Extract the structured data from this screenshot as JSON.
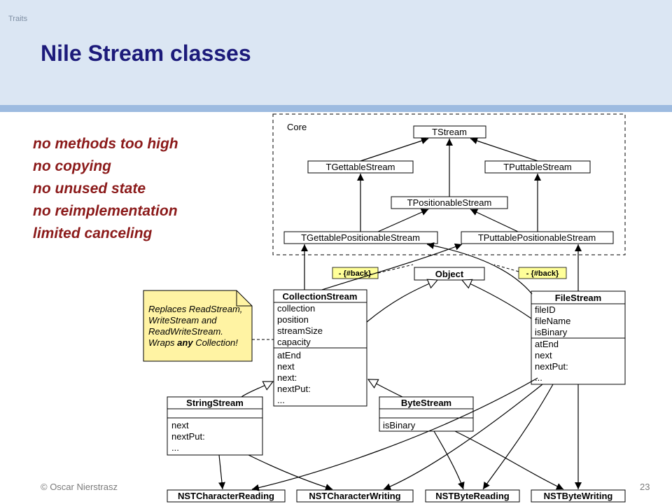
{
  "section_label": "Traits",
  "title": "Nile Stream classes",
  "bullets": [
    "no methods too high",
    "no copying",
    "no unused state",
    "no reimplementation",
    "limited canceling"
  ],
  "footer": {
    "author": "© Oscar Nierstrasz",
    "page": "23"
  },
  "diagram": {
    "core_label": "Core",
    "traits": {
      "tstream": "TStream",
      "tgettable": "TGettableStream",
      "tputtable": "TPuttableStream",
      "tpositionable": "TPositionableStream",
      "tgettable_positionable": "TGettablePositionableStream",
      "tputtable_positionable": "TPuttablePositionableStream"
    },
    "object": "Object",
    "exclusions": {
      "left": "- {#back}",
      "right": "- {#back}"
    },
    "note_lines": [
      "Replaces ReadStream,",
      "WriteStream and",
      "ReadWriteStream.",
      "Wraps ",
      "any",
      " Collection!"
    ],
    "collection_stream": {
      "name": "CollectionStream",
      "attributes": [
        "collection",
        "position",
        "streamSize",
        "capacity"
      ],
      "methods": [
        "atEnd",
        "next",
        "next:",
        "nextPut:",
        "..."
      ]
    },
    "file_stream": {
      "name": "FileStream",
      "attributes": [
        "fileID",
        "fileName",
        "isBinary"
      ],
      "methods": [
        "atEnd",
        "next",
        "nextPut:",
        "..."
      ]
    },
    "string_stream": {
      "name": "StringStream",
      "methods": [
        "next",
        "nextPut:",
        "..."
      ]
    },
    "byte_stream": {
      "name": "ByteStream",
      "attributes": [
        "isBinary"
      ]
    },
    "nst_traits": {
      "char_reading": "NSTCharacterReading",
      "char_writing": "NSTCharacterWriting",
      "byte_reading": "NSTByteReading",
      "byte_writing": "NSTByteWriting"
    }
  }
}
